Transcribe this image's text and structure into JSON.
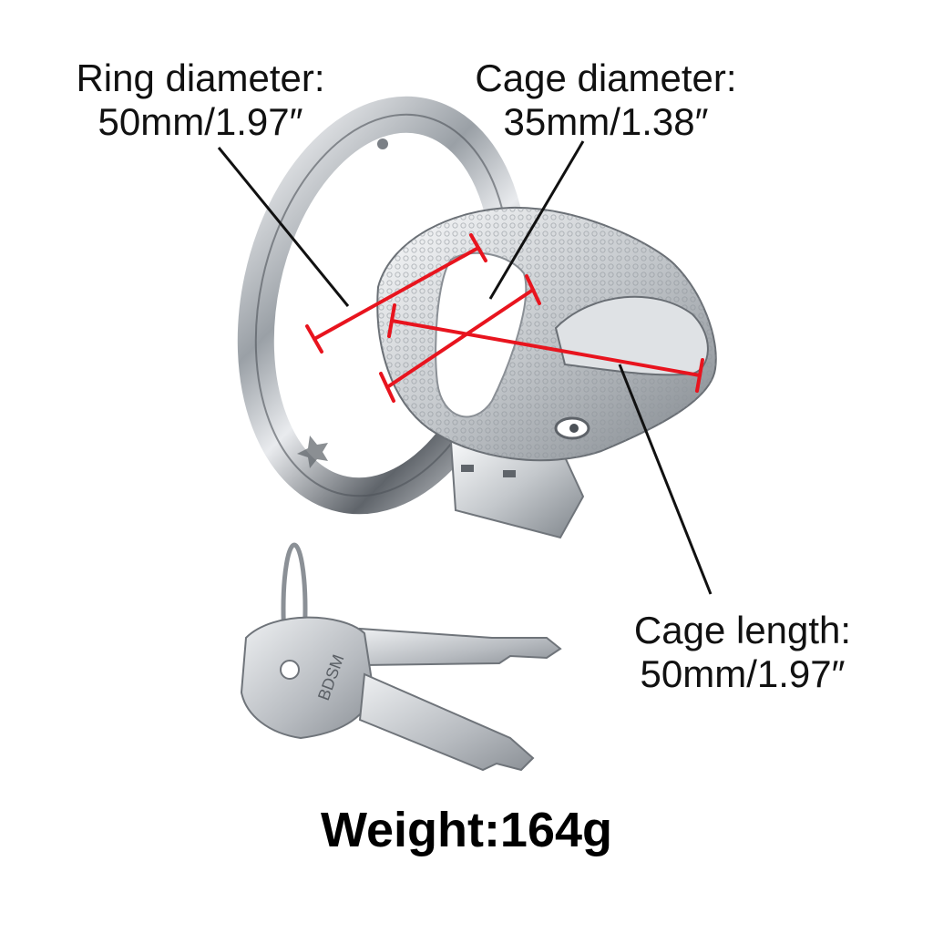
{
  "labels": {
    "ring_diameter": {
      "title": "Ring diameter:",
      "value": "50mm/1.97″"
    },
    "cage_diameter": {
      "title": "Cage diameter:",
      "value": "35mm/1.38″"
    },
    "cage_length": {
      "title": "Cage length:",
      "value": "50mm/1.97″"
    }
  },
  "weight": "Weight:164g",
  "key_stamp": "BDSM",
  "colors": {
    "measure_line": "#e8141e",
    "leader_line": "#111111",
    "metal_light": "#f2f3f5",
    "metal_dark": "#6d7278"
  }
}
